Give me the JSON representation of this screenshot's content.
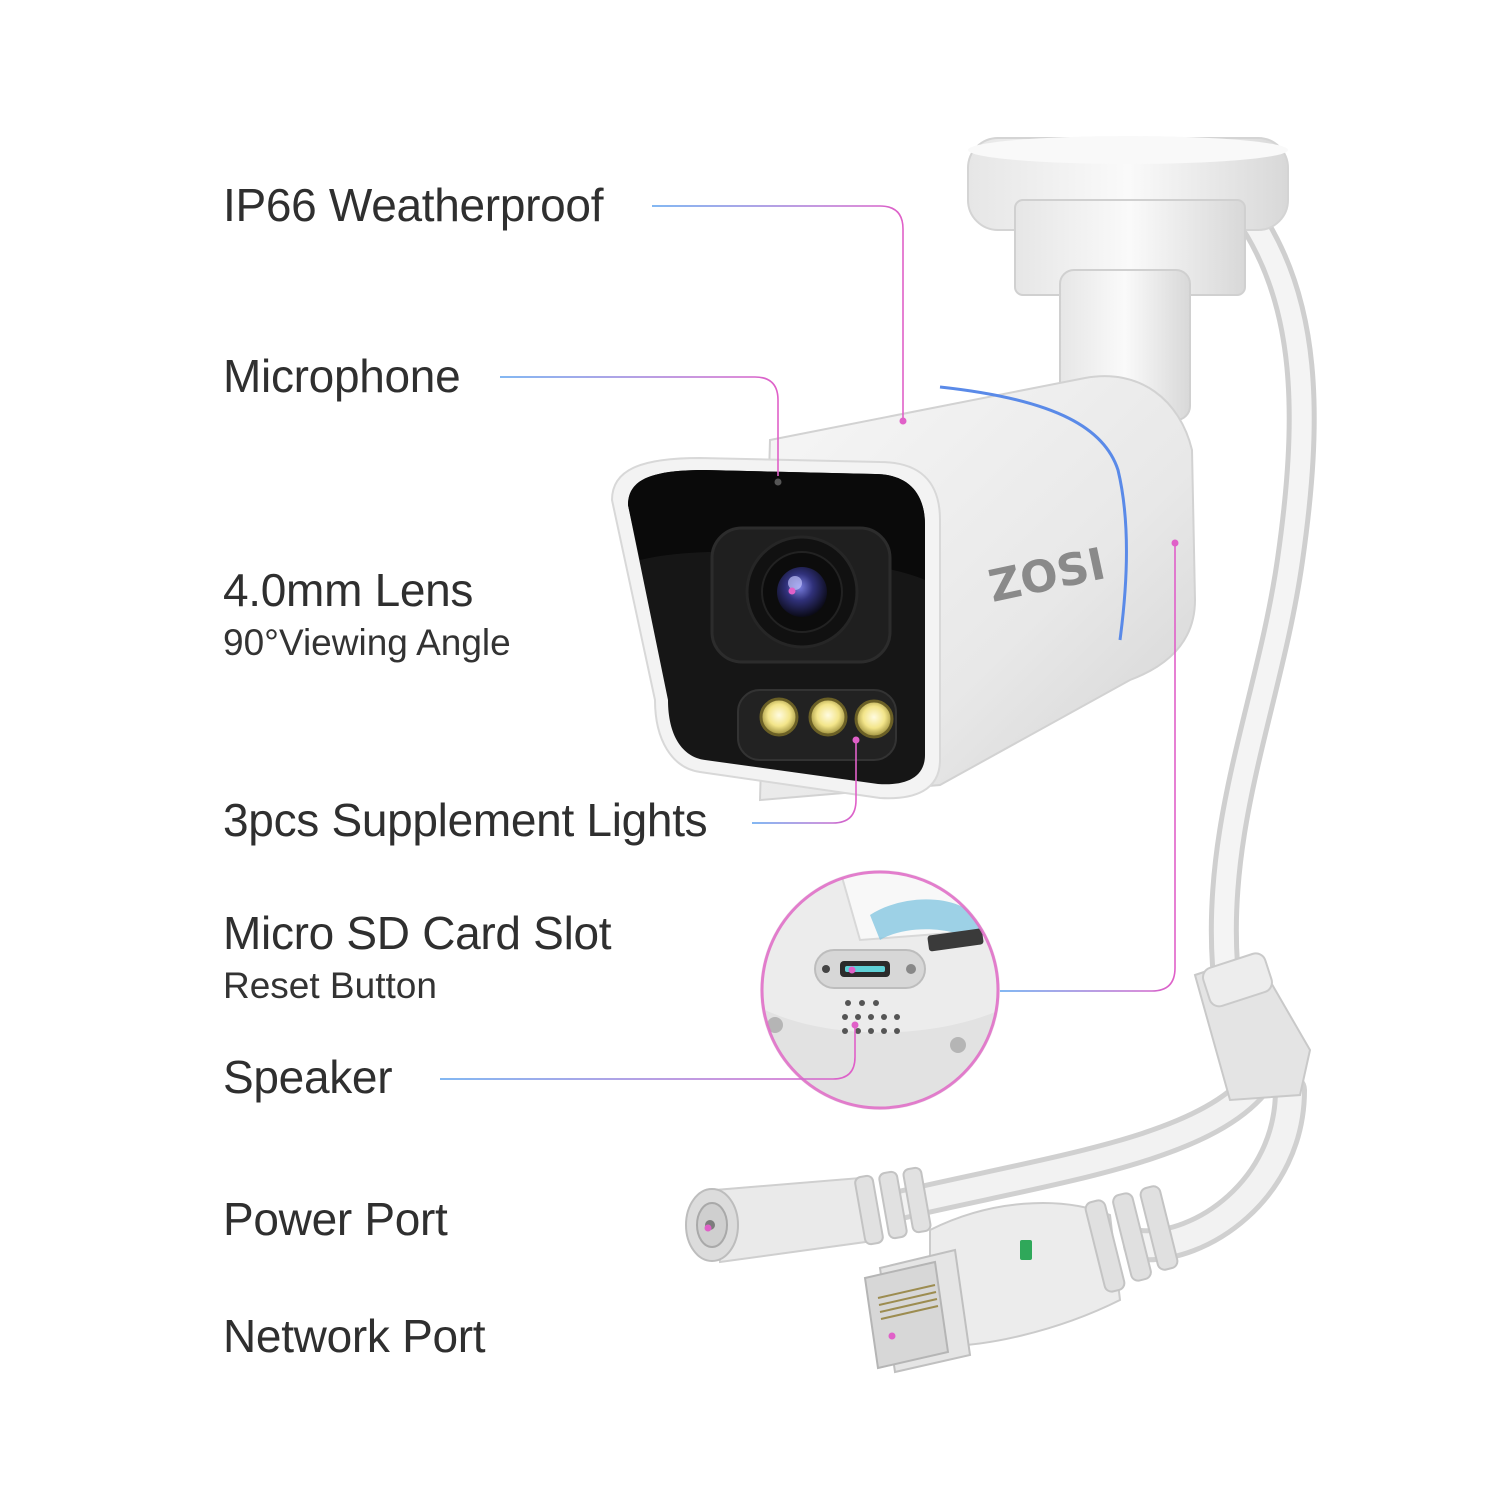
{
  "callouts": [
    {
      "id": "weatherproof",
      "title": "IP66 Weatherproof"
    },
    {
      "id": "microphone",
      "title": "Microphone"
    },
    {
      "id": "lens",
      "title": "4.0mm Lens",
      "subtitle": "90°Viewing Angle"
    },
    {
      "id": "lights",
      "title": "3pcs Supplement Lights"
    },
    {
      "id": "sd-slot",
      "title": "Micro SD Card Slot",
      "subtitle": "Reset Button"
    },
    {
      "id": "speaker",
      "title": "Speaker"
    },
    {
      "id": "power",
      "title": "Power Port"
    },
    {
      "id": "network",
      "title": "Network Port"
    }
  ],
  "brand": "ZOSI",
  "colors": {
    "line_blue": "#5aa0ee",
    "line_pink": "#e060c8",
    "text": "#2f2f2f",
    "camera_body": "#eeeeee",
    "camera_front": "#1c1c1c"
  }
}
